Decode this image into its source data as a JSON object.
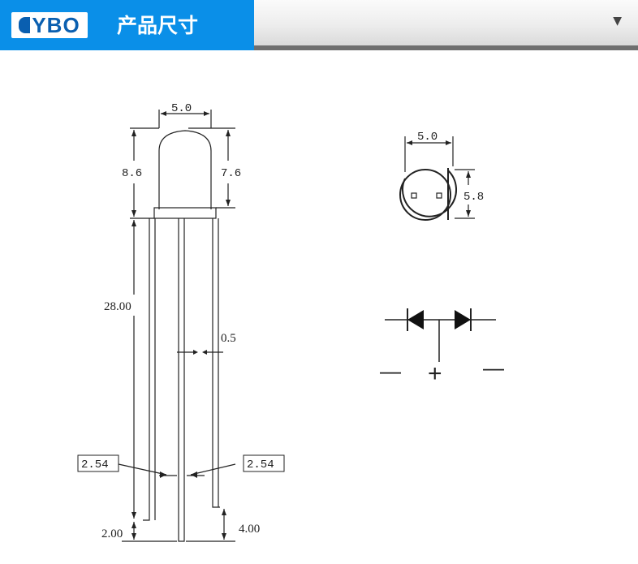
{
  "header": {
    "logo_text": "YBO",
    "title": "产品尺寸",
    "dropdown_icon": "triangle-down-icon",
    "colors": {
      "header_blue": "#0a8fe8",
      "bar_dark": "#6f6f6f"
    }
  },
  "diagram": {
    "led_side": {
      "dia_top": "5.0",
      "height_total": "8.6",
      "height_lens": "7.6",
      "lead_length": "28.00",
      "lead_width": "0.5",
      "pitch_left": "2.54",
      "pitch_right": "2.54",
      "lead_short_diff": "2.00",
      "lead_long_diff": "4.00"
    },
    "top_view": {
      "width": "5.0",
      "height": "5.8"
    },
    "schematic": {
      "left_sign": "—",
      "center_sign": "+",
      "right_sign": "—"
    }
  }
}
